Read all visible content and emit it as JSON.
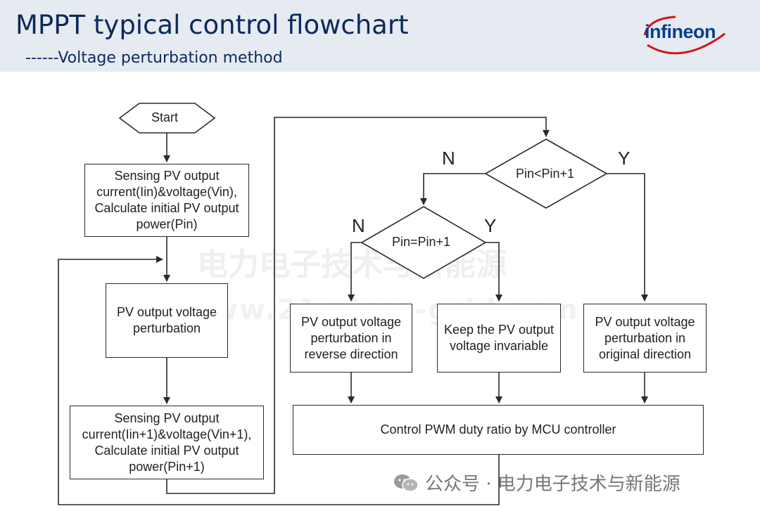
{
  "header": {
    "title": "MPPT typical control flowchart",
    "subtitle": "------Voltage perturbation method",
    "logo_text": "infineon"
  },
  "diagram": {
    "start": "Start",
    "sense1": "Sensing PV output current(Iin)&voltage(Vin), Calculate initial PV output power(Pin)",
    "perturb": "PV output voltage perturbation",
    "sense2": "Sensing PV output current(Iin+1)&voltage(Vin+1), Calculate initial PV output power(Pin+1)",
    "decision1": "Pin<Pin+1",
    "decision2": "Pin=Pin+1",
    "reverse": "PV output voltage perturbation in reverse direction",
    "keep": "Keep the PV output voltage invariable",
    "original": "PV output voltage perturbation in original direction",
    "control": "Control PWM duty ratio by MCU controller",
    "label_n1": "N",
    "label_y1": "Y",
    "label_n2": "N",
    "label_y2": "Y"
  },
  "watermark": {
    "line1": "电力电子技术与新能源",
    "line2": "www.21micro-grid.com"
  },
  "footer": {
    "wechat": "公众号 · 电力电子技术与新能源"
  },
  "colors": {
    "header_bg": "#e6ebf2",
    "title": "#0b2a5c",
    "logo": "#0a3d8f",
    "logo_arc": "#d0161f",
    "line": "#2a2a2a"
  }
}
